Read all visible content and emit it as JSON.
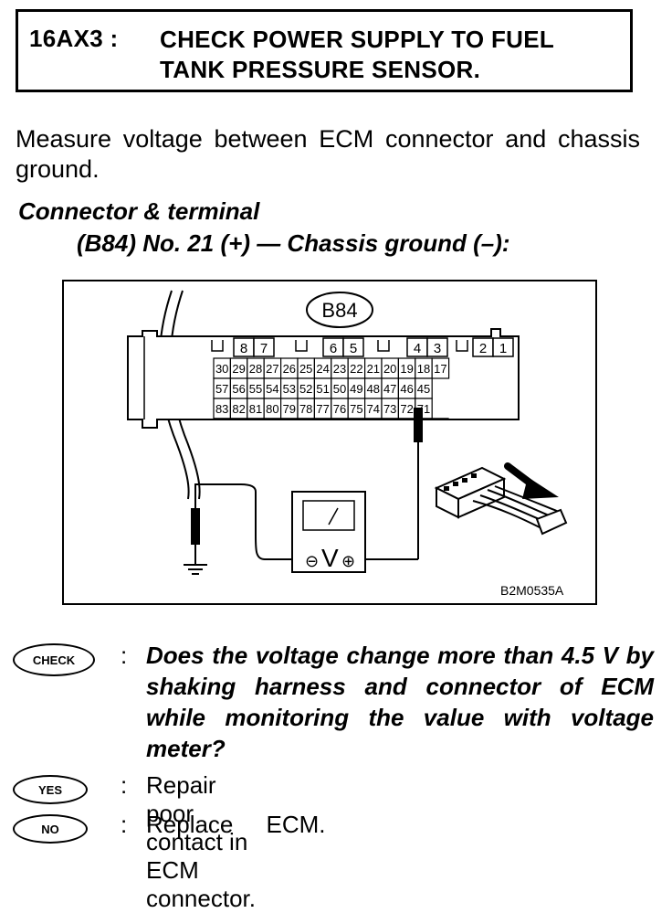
{
  "header": {
    "step_code": "16AX3 :",
    "title": "CHECK POWER SUPPLY TO FUEL TANK PRESSURE SENSOR."
  },
  "instruction": "Measure voltage between ECM connector and chassis ground.",
  "connector": {
    "label": "Connector & terminal",
    "detail": "(B84) No. 21 (+) — Chassis ground (–):"
  },
  "diagram": {
    "connector_id": "B84",
    "top_terminals": [
      "8",
      "7",
      "6",
      "5",
      "4",
      "3",
      "2",
      "1"
    ],
    "row1": [
      "30",
      "29",
      "28",
      "27",
      "26",
      "25",
      "24",
      "23",
      "22",
      "21",
      "20",
      "19",
      "18",
      "17"
    ],
    "row2": [
      "57",
      "56",
      "55",
      "54",
      "53",
      "52",
      "51",
      "50",
      "49",
      "48",
      "47",
      "46",
      "45"
    ],
    "row3": [
      "83",
      "82",
      "81",
      "80",
      "79",
      "78",
      "77",
      "76",
      "75",
      "74",
      "73",
      "72",
      "71"
    ],
    "meter_symbol": "V",
    "minus_symbol": "⊖",
    "plus_symbol": "⊕",
    "figure_code": "B2M0535A"
  },
  "check": {
    "badge": "CHECK",
    "colon": ":",
    "question": "Does the voltage change more than 4.5 V by shaking harness and connector of ECM while monitoring the value with voltage meter?"
  },
  "yes": {
    "badge": "YES",
    "colon": ":",
    "text": "Repair poor contact in ECM connector."
  },
  "no": {
    "badge": "NO",
    "colon": ":",
    "text": "Replace     ECM."
  }
}
